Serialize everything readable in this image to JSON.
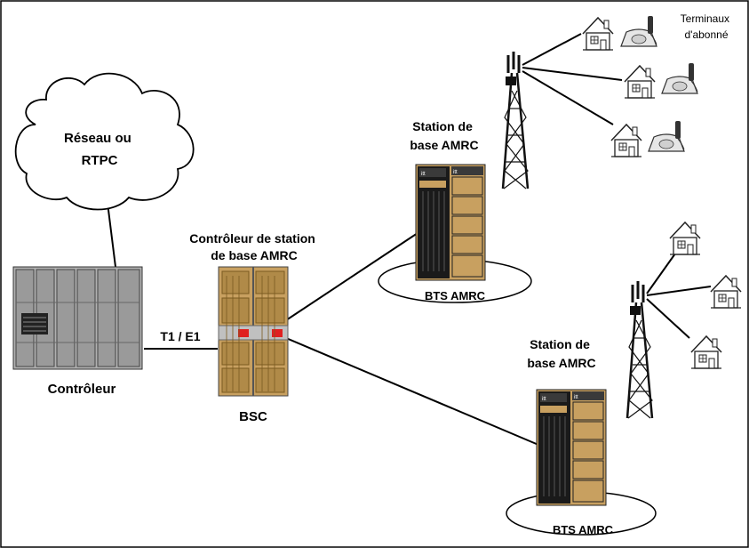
{
  "network": {
    "label": "Réseau ou\nRTPC"
  },
  "controller": {
    "label": "Contrôleur"
  },
  "link": {
    "label": "T1 / E1"
  },
  "bsc": {
    "title": "Contrôleur de station\nde base AMRC",
    "label": "BSC"
  },
  "bts_top": {
    "title": "Station de\nbase AMRC",
    "label": "BTS AMRC"
  },
  "bts_bottom": {
    "title": "Station de\nbase AMRC",
    "label": "BTS AMRC"
  },
  "terminals": {
    "label": "Terminaux\nd'abonné"
  },
  "icons": [
    "cloud-icon",
    "server-rack-icon",
    "bsc-cabinet-icon",
    "bts-cabinet-icon",
    "antenna-tower-icon",
    "house-icon",
    "telephone-icon"
  ],
  "colors": {
    "cabinet": "#c8a060",
    "cabinet_dark": "#1a1a1a",
    "server": "#a8a8a8",
    "alarm": "#e02020"
  }
}
